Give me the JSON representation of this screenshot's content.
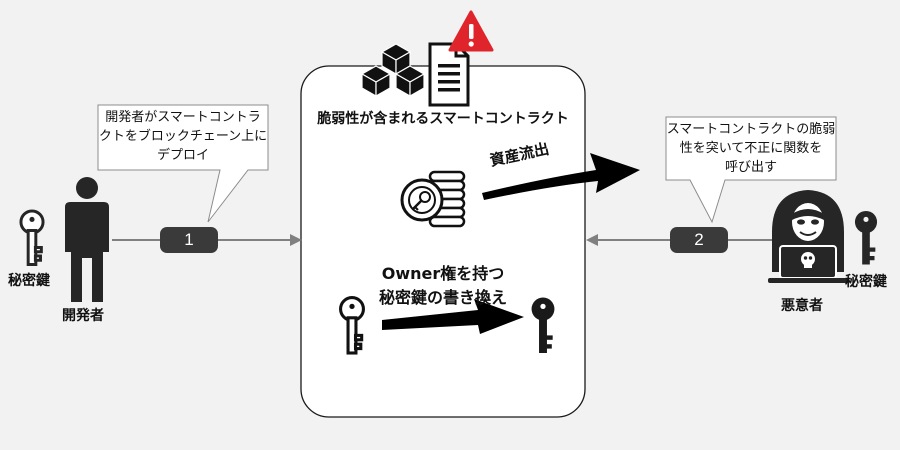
{
  "developer": {
    "label": "開発者",
    "key_label": "秘密鍵",
    "callout_lines": [
      "開発者がスマートコントラ",
      "クトをブロックチェーン上に",
      "デプロイ"
    ]
  },
  "attacker": {
    "label": "悪意者",
    "key_label": "秘密鍵",
    "callout_lines": [
      "スマートコントラクトの脆弱",
      "性を突いて不正に関数を",
      "呼び出す"
    ]
  },
  "contract": {
    "title": "脆弱性が含まれるスマートコントラクト",
    "asset_outflow": "資産流出",
    "key_swap_lines": [
      "Owner権を持つ",
      "秘密鍵の書き換え"
    ]
  },
  "steps": [
    "1",
    "2"
  ],
  "icons": {
    "warning": "warning-icon",
    "blocks": "blocks-icon",
    "document": "document-icon",
    "coins": "coins-icon",
    "key": "key-icon",
    "person": "person-icon",
    "hacker": "hacker-icon"
  },
  "colors": {
    "background": "#f2f2f2",
    "dark": "#262626",
    "warning": "#e0242b"
  }
}
